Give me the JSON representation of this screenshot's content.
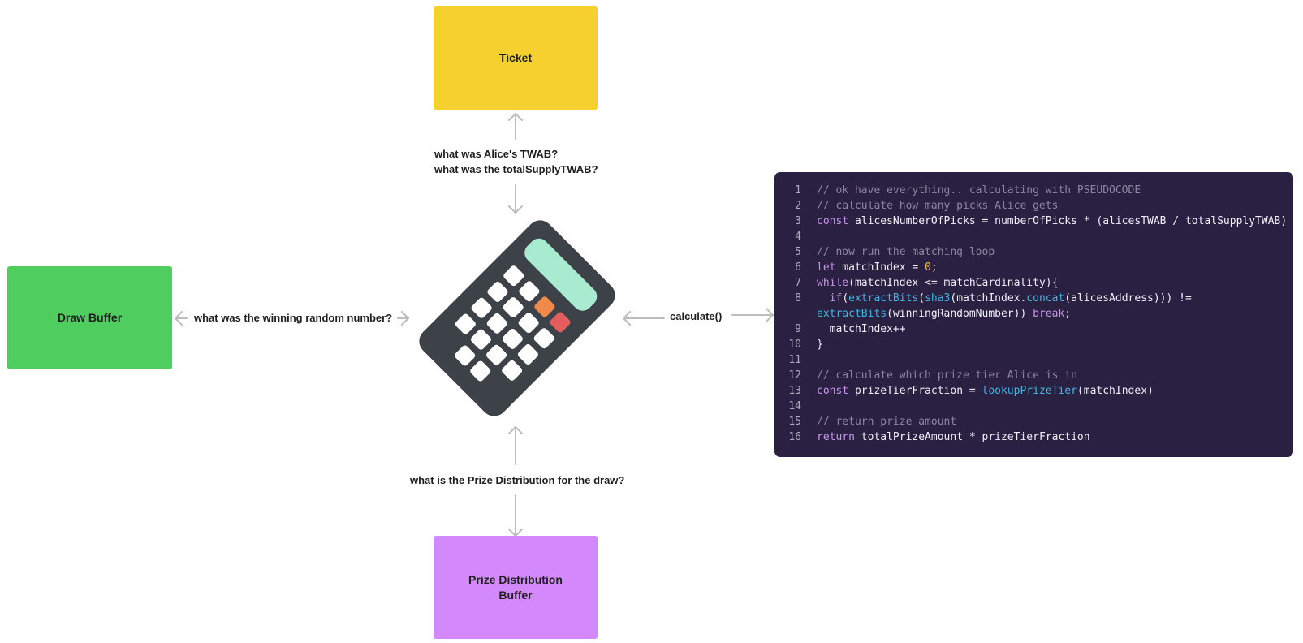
{
  "nodes": {
    "ticket": {
      "label": "Ticket",
      "color": "#f6d02f"
    },
    "draw_buffer": {
      "label": "Draw Buffer",
      "color": "#4fcd5f"
    },
    "prize_buffer": {
      "label": "Prize Distribution Buffer",
      "color": "#d388fb"
    }
  },
  "labels": {
    "twab_line1": "what was Alice's TWAB?",
    "twab_line2": "what was the totalSupplyTWAB?",
    "random": "what was the winning random number?",
    "prize": "what is the Prize Distribution for the draw?",
    "calculate": "calculate()"
  },
  "icons": {
    "center": "calculator-icon"
  },
  "colors": {
    "arrow": "#bdbdbd",
    "code_background": "#2a2042"
  },
  "code": {
    "line_numbers": [
      "1",
      "2",
      "3",
      "4",
      "5",
      "6",
      "7",
      "8",
      "",
      "9",
      "10",
      "11",
      "12",
      "13",
      "14",
      "15",
      "16"
    ],
    "lines": [
      "// ok have everything.. calculating with PSEUDOCODE",
      "// calculate how many picks Alice gets",
      "const alicesNumberOfPicks = numberOfPicks * (alicesTWAB / totalSupplyTWAB)",
      "",
      "// now run the matching loop",
      "let matchIndex = 0;",
      "while(matchIndex <= matchCardinality){",
      "  if(extractBits(sha3(matchIndex.concat(alicesAddress))) !=",
      "extractBits(winningRandomNumber)) break;",
      "  matchIndex++",
      "}",
      "",
      "// calculate which prize tier Alice is in",
      "const prizeTierFraction = lookupPrizeTier(matchIndex)",
      "",
      "// return prize amount",
      "return totalPrizeAmount * prizeTierFraction"
    ]
  }
}
